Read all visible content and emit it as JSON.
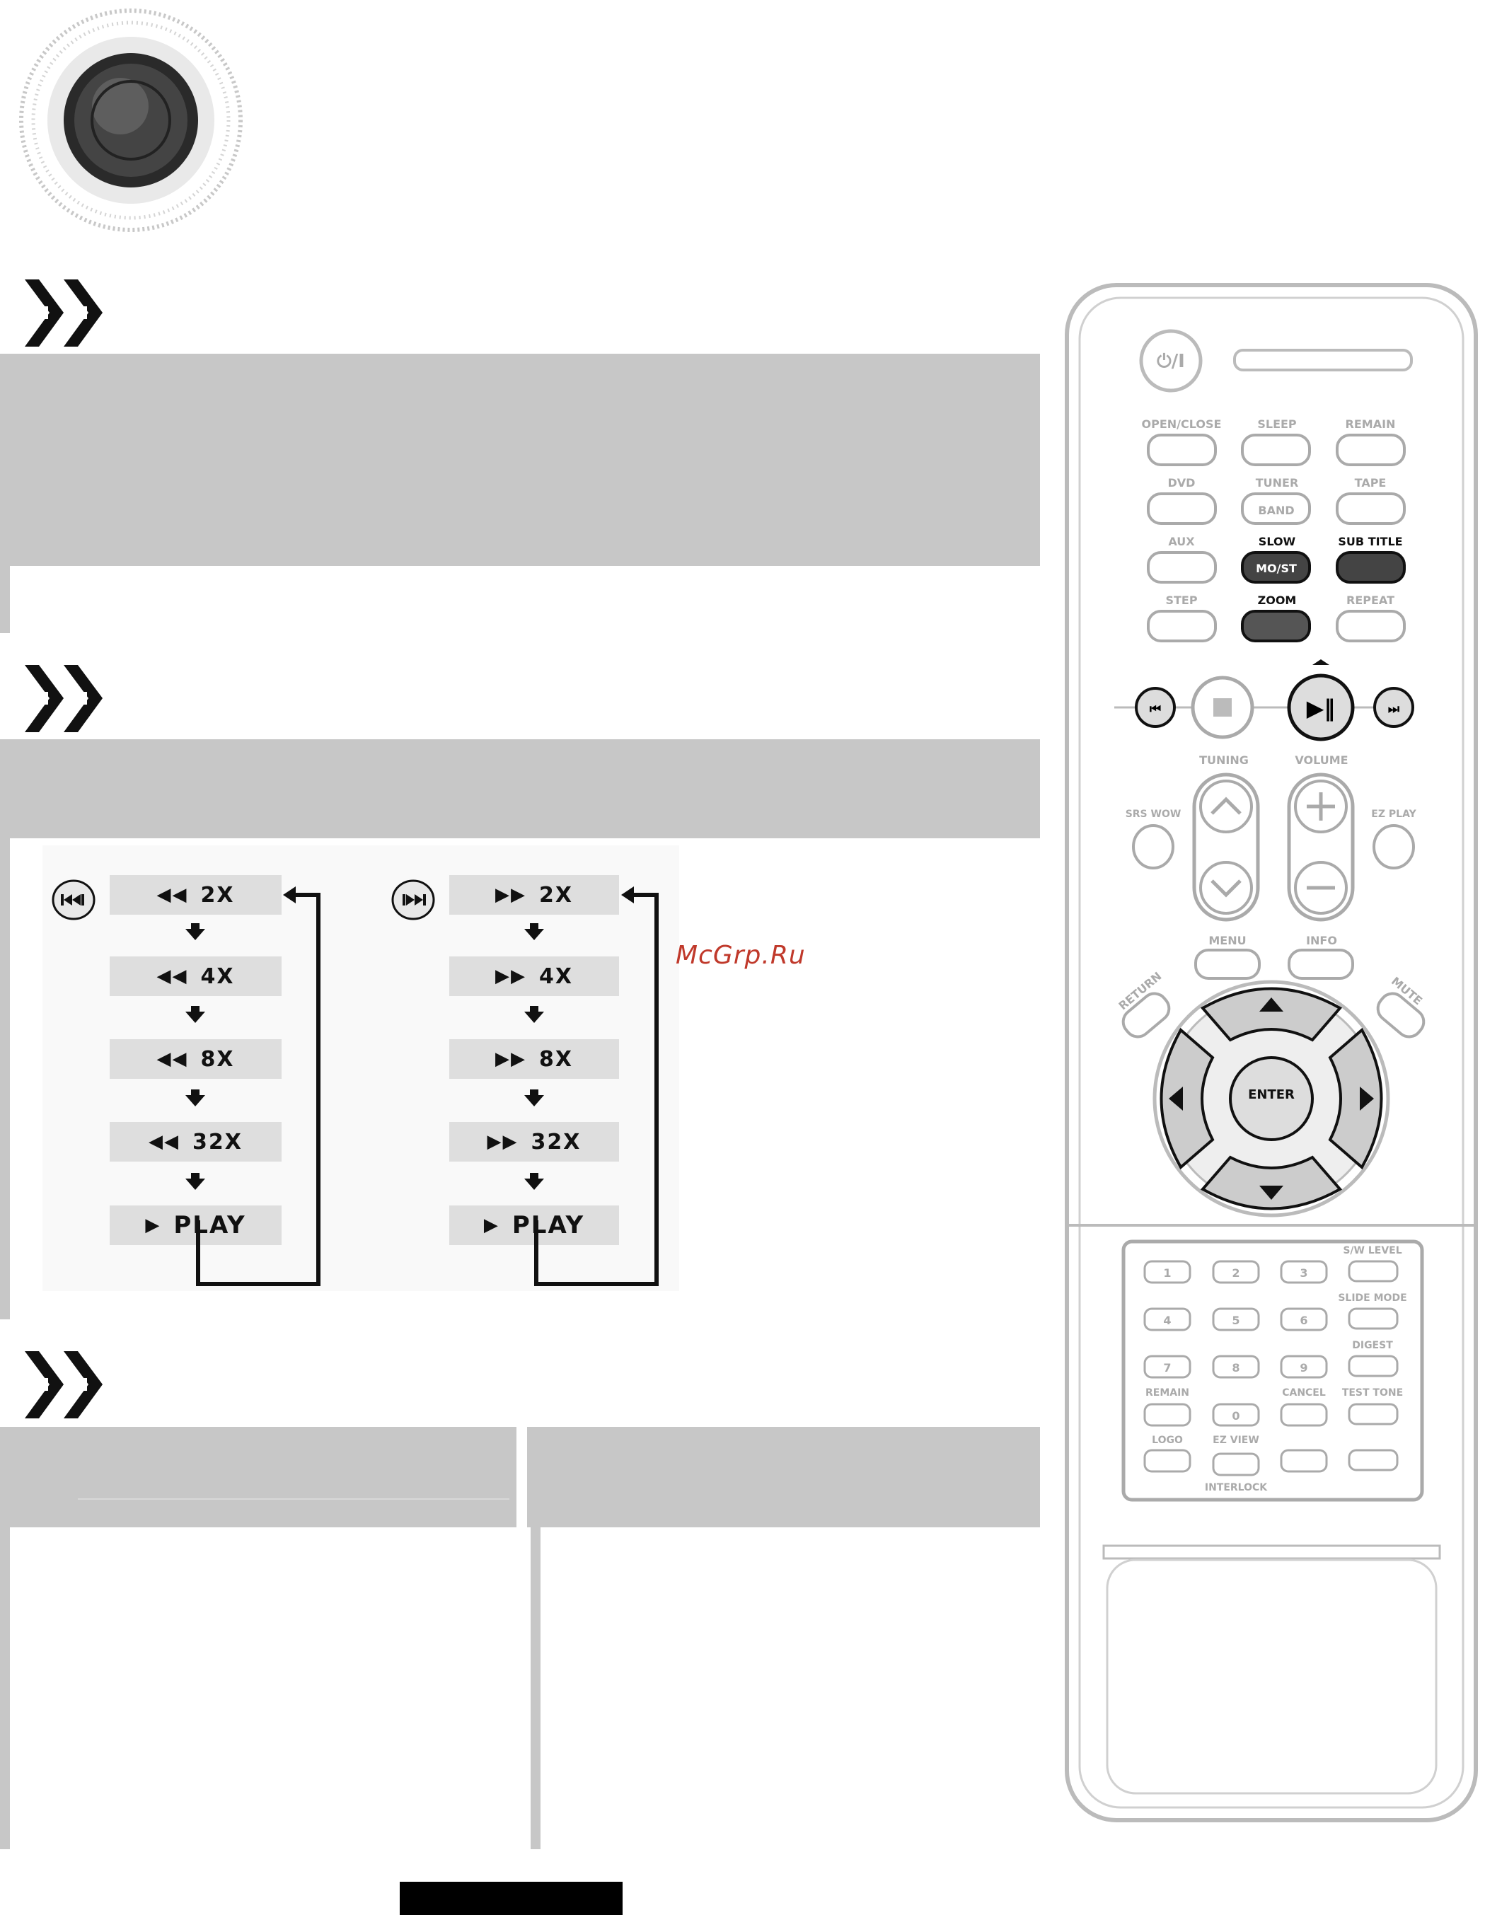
{
  "watermark": "McGrp.Ru",
  "rewind_sequence": [
    "2X",
    "4X",
    "8X",
    "32X",
    "PLAY"
  ],
  "forward_sequence": [
    "2X",
    "4X",
    "8X",
    "32X",
    "PLAY"
  ],
  "remote": {
    "power_label": "⏻/I",
    "row1": [
      "OPEN/CLOSE",
      "SLEEP",
      "REMAIN"
    ],
    "row2": [
      "DVD",
      "TUNER",
      "TAPE"
    ],
    "row2_sub": [
      "",
      "BAND",
      ""
    ],
    "row3": [
      "AUX",
      "SLOW",
      "SUB TITLE"
    ],
    "row3_sub": [
      "",
      "MO/ST",
      ""
    ],
    "row4": [
      "STEP",
      "ZOOM",
      "REPEAT"
    ],
    "tuning_label": "TUNING",
    "volume_label": "VOLUME",
    "sw_wow_label": "SRS WOW",
    "ear_label": "EZ PLAY",
    "menu_label": "MENU",
    "info_label": "INFO",
    "return_label": "RETURN",
    "mute_label": "MUTE",
    "enter_label": "ENTER",
    "digits": [
      "1",
      "2",
      "3",
      "4",
      "5",
      "6",
      "7",
      "8",
      "9",
      "",
      "0",
      ""
    ],
    "side_labels": [
      "S/W LEVEL",
      "SLIDE MODE",
      "DIGEST",
      "TEST TONE"
    ],
    "bottom_labels": [
      "REMAIN",
      "CANCEL",
      "LOGO",
      "EZ VIEW"
    ],
    "interlock_label": "INTERLOCK"
  },
  "colors": {
    "band": "#c7c7c7",
    "step_bg": "#dedede",
    "watermark": "#c0392b"
  }
}
